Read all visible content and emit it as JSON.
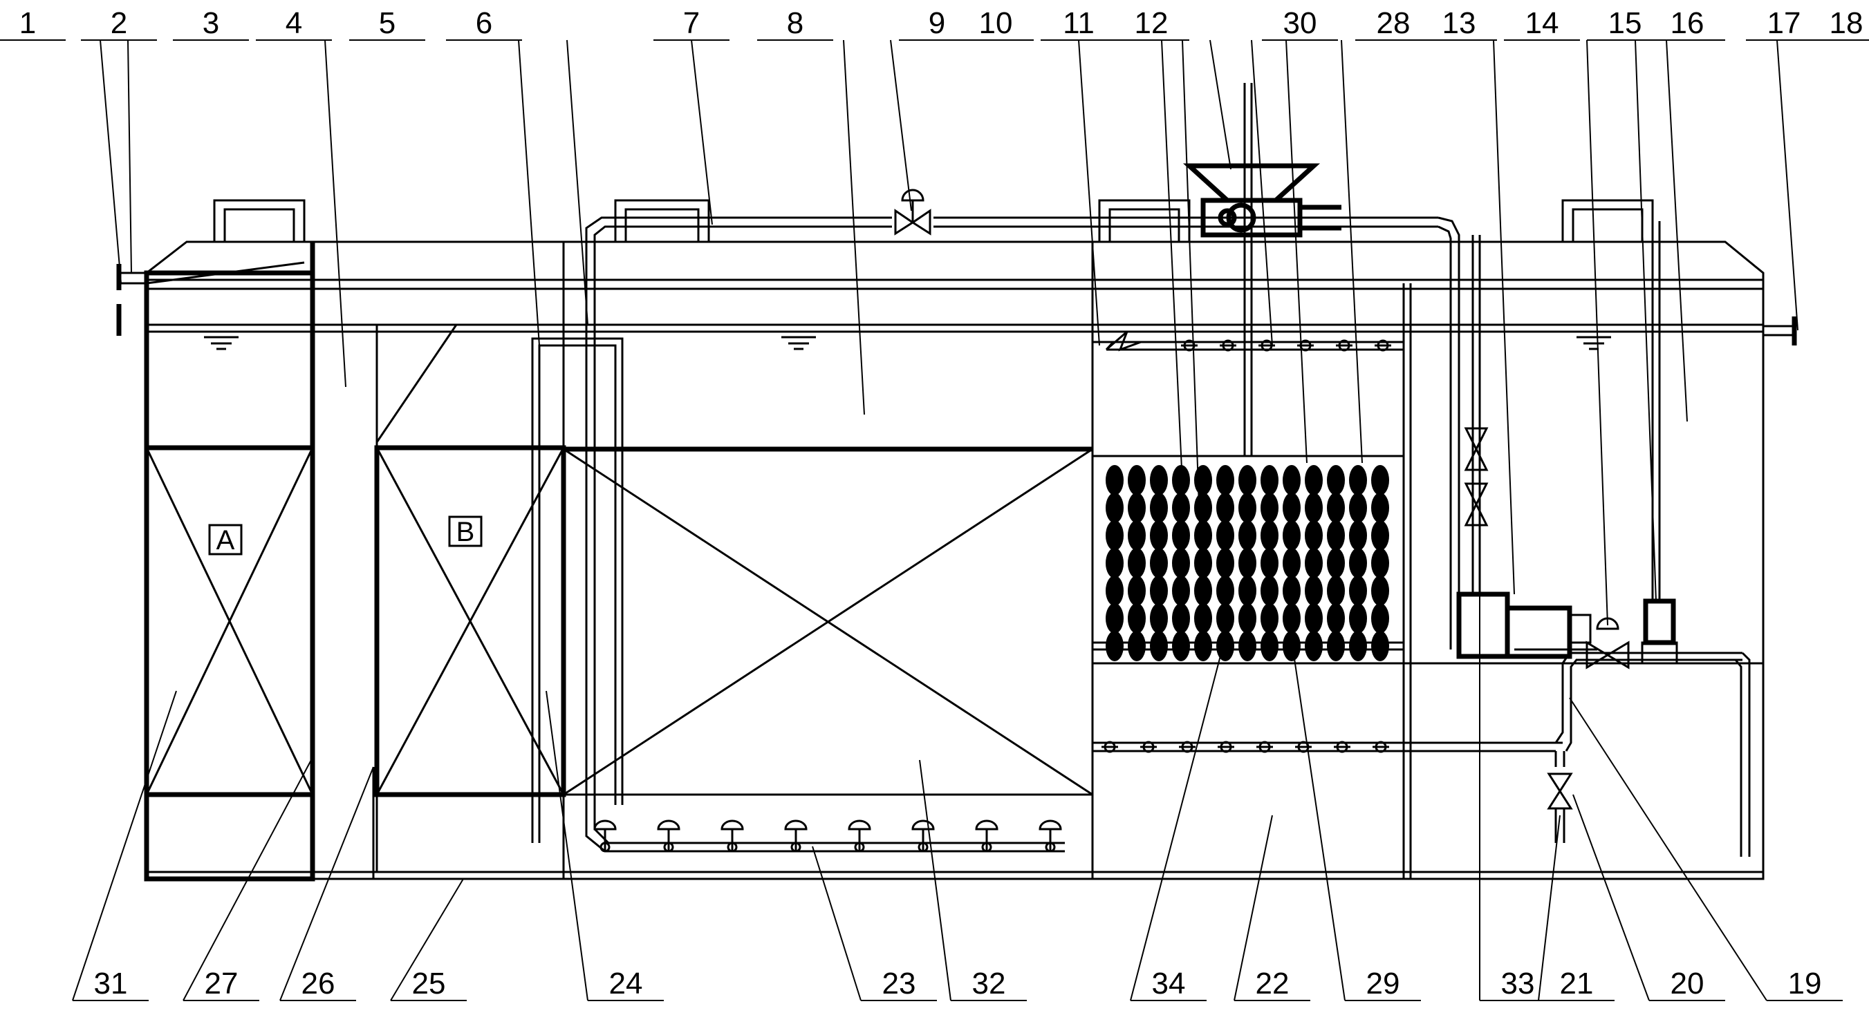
{
  "labels_top": [
    "1",
    "2",
    "3",
    "4",
    "5",
    "6",
    "7",
    "8",
    "9",
    "10",
    "11",
    "12",
    "30",
    "28",
    "13",
    "14",
    "15",
    "16",
    "17",
    "18"
  ],
  "labels_bottom": [
    "31",
    "27",
    "26",
    "25",
    "24",
    "23",
    "32",
    "34",
    "22",
    "29",
    "33",
    "21",
    "20",
    "19"
  ],
  "zone_labels": [
    "A",
    "B"
  ]
}
